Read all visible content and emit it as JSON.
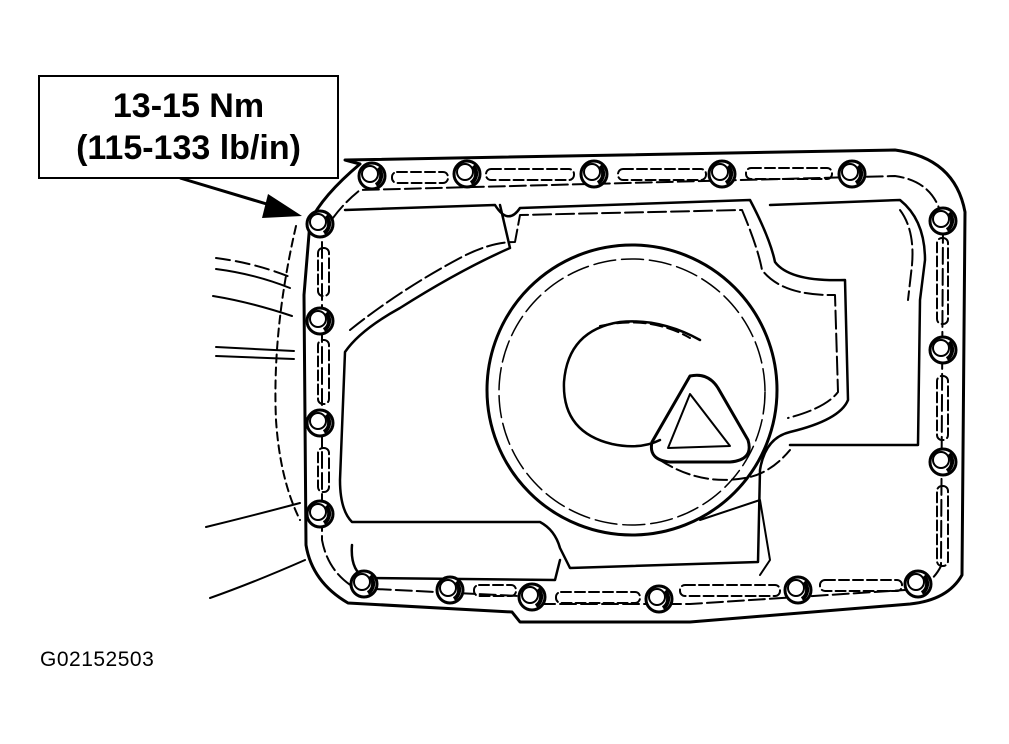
{
  "callout": {
    "torque_nm": "13-15 Nm",
    "torque_lbin": "(115-133 lb/in)"
  },
  "figure_id": "G02152503",
  "colors": {
    "ink": "#000000",
    "paper": "#ffffff"
  },
  "icons": {
    "bolt": "bolt-icon",
    "arrow": "arrow-icon"
  }
}
